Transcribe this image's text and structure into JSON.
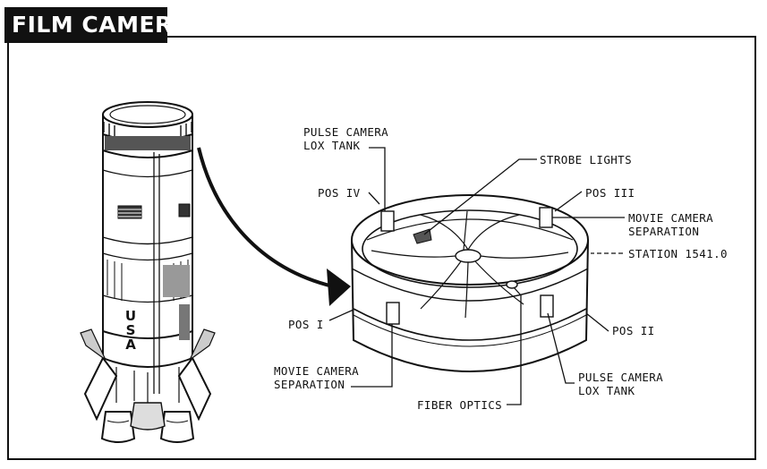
{
  "title": "FILM CAMERAS",
  "labels": {
    "pulse_camera_lox_tank_top": [
      "PULSE CAMERA",
      "LOX TANK"
    ],
    "strobe_lights": "STROBE LIGHTS",
    "pos_iv": "POS IV",
    "pos_iii": "POS III",
    "movie_camera_separation_right": [
      "MOVIE CAMERA",
      "SEPARATION"
    ],
    "station": "STATION 1541.0",
    "pos_i": "POS I",
    "pos_ii": "POS II",
    "movie_camera_separation_left": [
      "MOVIE CAMERA",
      "SEPARATION"
    ],
    "pulse_camera_lox_tank_bottom": [
      "PULSE CAMERA",
      "LOX TANK"
    ],
    "fiber_optics": "FIBER OPTICS"
  },
  "rocket": {
    "lettering": "USA"
  }
}
